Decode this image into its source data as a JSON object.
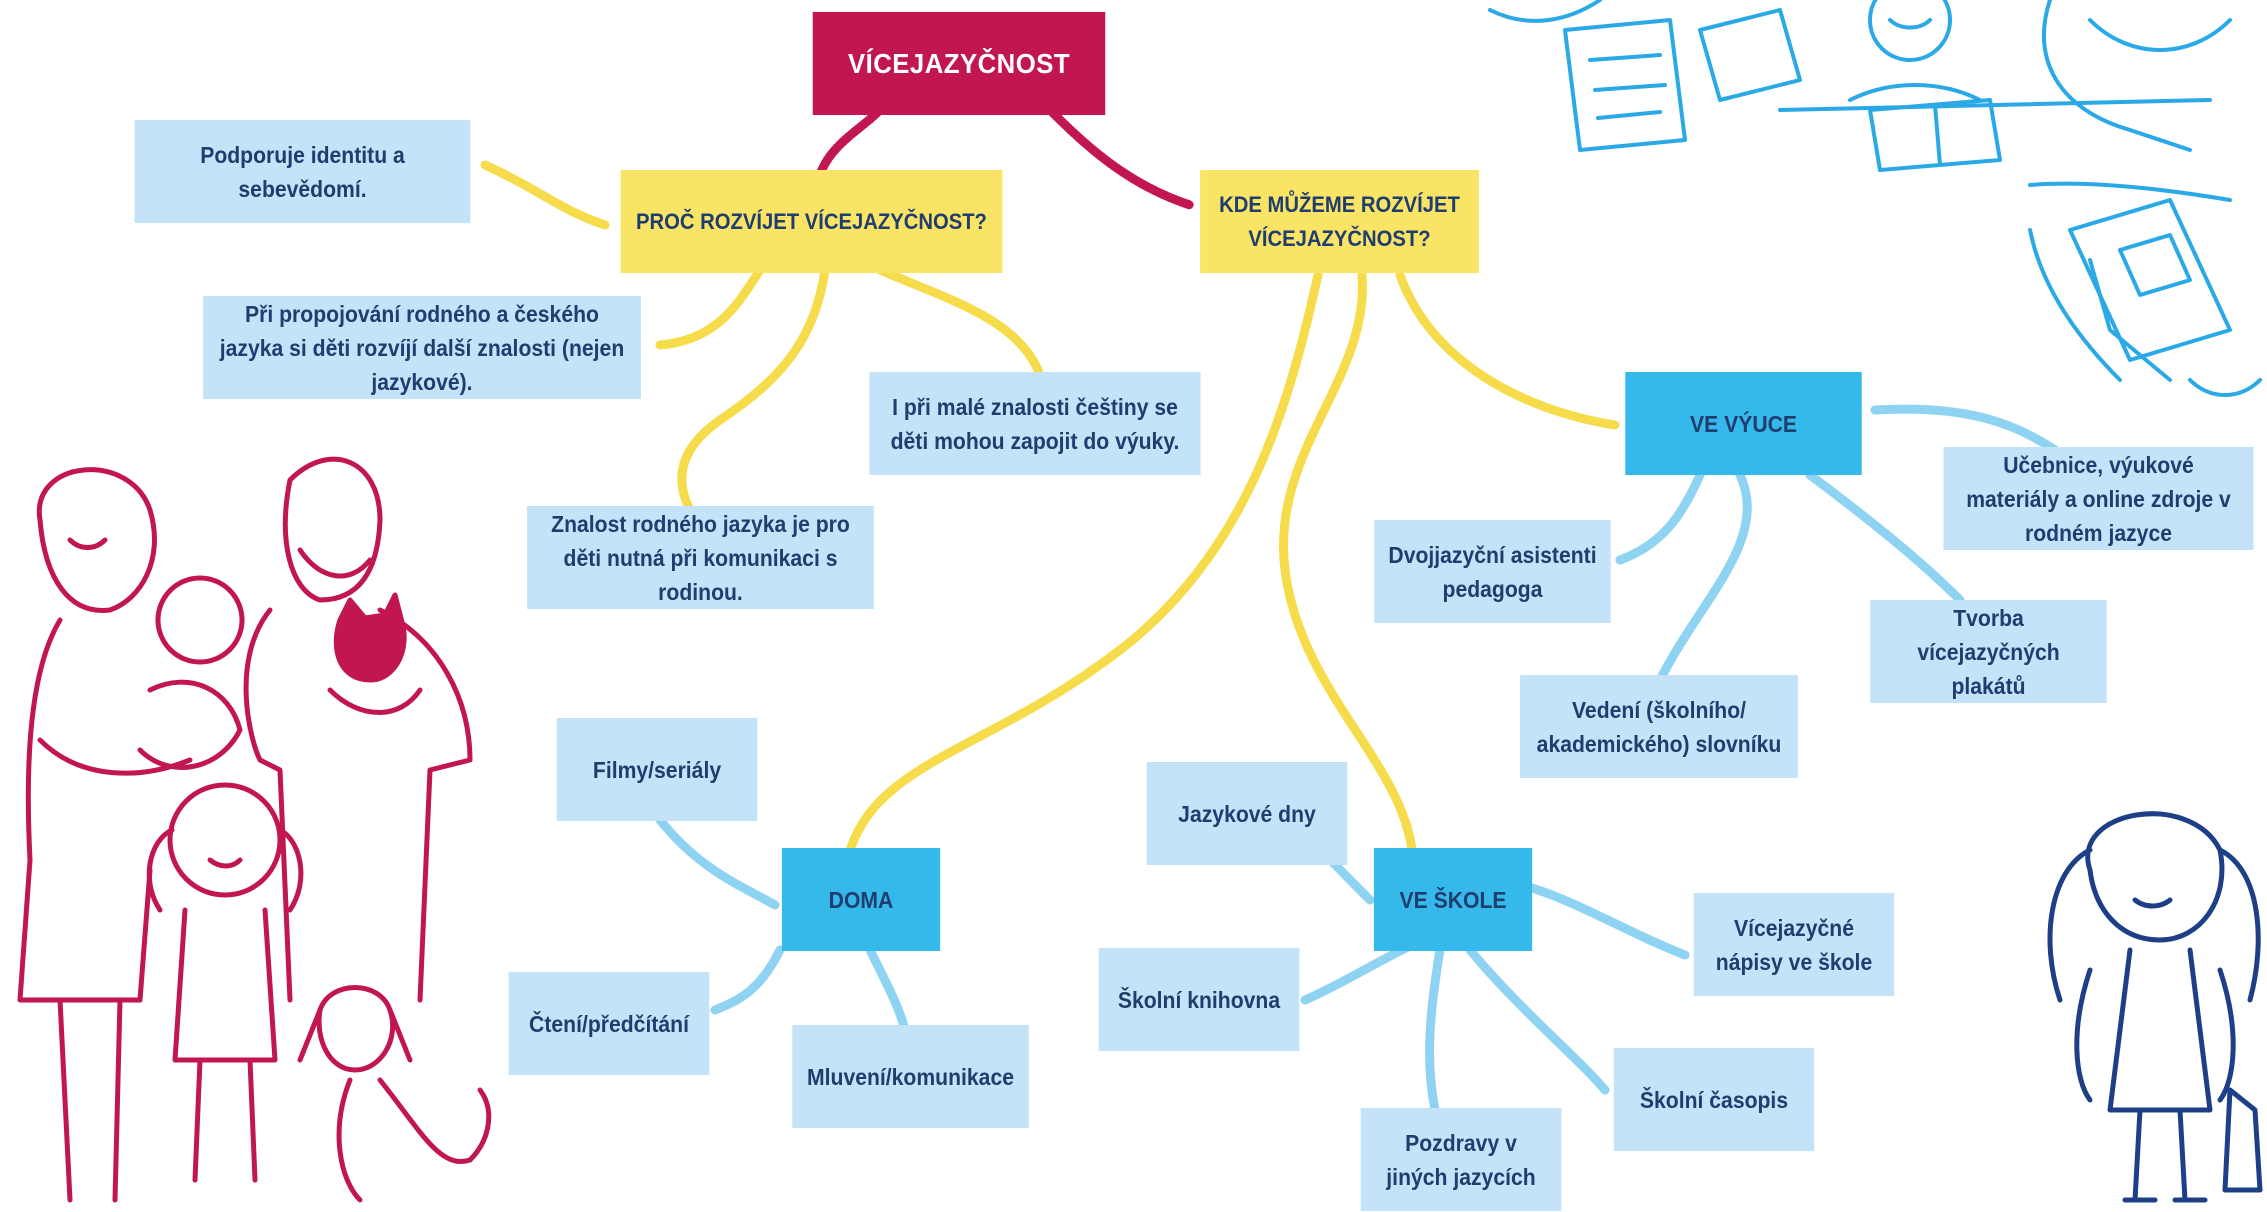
{
  "colors": {
    "root": "#c2164e",
    "category": "#fae466",
    "hub": "#35b8ea",
    "leaf": "#c4e3f8",
    "text": "#1f3d6e",
    "link_yellow": "#f6dc4a",
    "link_red": "#c2164e",
    "link_blue": "#8fd3f2",
    "family_ink": "#c2164e",
    "kid_ink": "#1d3f85",
    "class_ink": "#2aa9e6"
  },
  "mindmap": {
    "root": {
      "label": "VÍCEJAZYČNOST"
    },
    "why": {
      "label": "PROČ ROZVÍJET VÍCEJAZYČNOST?",
      "items": {
        "identity": "Podporuje identitu a sebevědomí.",
        "linking": "Při propojování rodného a českého jazyka si děti rozvíjí další znalosti (nejen jazykové).",
        "little_czech": "I při malé znalosti češtiny se děti mohou zapojit do výuky.",
        "family": "Znalost rodného jazyka je pro děti nutná při komunikaci s rodinou."
      }
    },
    "where": {
      "label": "KDE MŮŽEME ROZVÍJET VÍCEJAZYČNOST?",
      "teaching": {
        "label": "VE VÝUCE",
        "items": {
          "textbooks": "Učebnice, výukové materiály a online zdroje v rodném jazyce",
          "assistants": "Dvojjazyční asistenti pedagoga",
          "posters": "Tvorba vícejazyčných plakátů",
          "glossary": "Vedení (školního/ akademického) slovníku"
        }
      },
      "home": {
        "label": "DOMA",
        "items": {
          "films": "Filmy/seriály",
          "reading": "Čtení/předčítání",
          "speaking": "Mluvení/komunikace"
        }
      },
      "school": {
        "label": "VE ŠKOLE",
        "items": {
          "days": "Jazykové dny",
          "library": "Školní knihovna",
          "signs": "Vícejazyčné nápisy ve škole",
          "magazine": "Školní časopis",
          "greetings": "Pozdravy v jiných jazycích"
        }
      }
    }
  },
  "illustrations": {
    "family": "family-illustration",
    "schoolgirl": "schoolgirl-illustration",
    "classroom": "classroom-illustration"
  }
}
